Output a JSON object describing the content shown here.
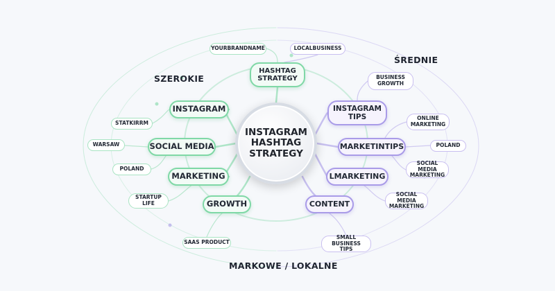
{
  "center": {
    "label": "INSTAGRAM\nHASHTAG\nSTRATEGY"
  },
  "top": {
    "label": "HASHTAG\nSTRATEGY"
  },
  "section_labels": {
    "left": "SZEROKIE",
    "right": "ŚREDNIE",
    "bottom": "MARKOWE / LOKALNE"
  },
  "left_primary": [
    "INSTAGRAM",
    "SOCIAL MEDIA",
    "MARKETING",
    "GROWTH"
  ],
  "right_primary": [
    "INSTAGRAM\nTIPS",
    "MARKETINTIPS",
    "LMARKETING",
    "CONTENT"
  ],
  "left_secondary": [
    "YOURBRANDNAME",
    "STATKIRRM",
    "WARSAW",
    "POLAND",
    "STARTUP\nLIFE",
    "SAAS PRODUCT"
  ],
  "right_secondary": [
    "LOCALBUSINESS",
    "BUSINESS\nGROWTH",
    "ONLINE\nMARKETING",
    "POLAND",
    "SOCIAL MEDIA\nMARKETING",
    "SOCIAL MEDIA\nMARKETING",
    "SMALL BUSINESS\nTIPS"
  ],
  "colors": {
    "green": "#7fd8a6",
    "purple": "#a99be8"
  }
}
